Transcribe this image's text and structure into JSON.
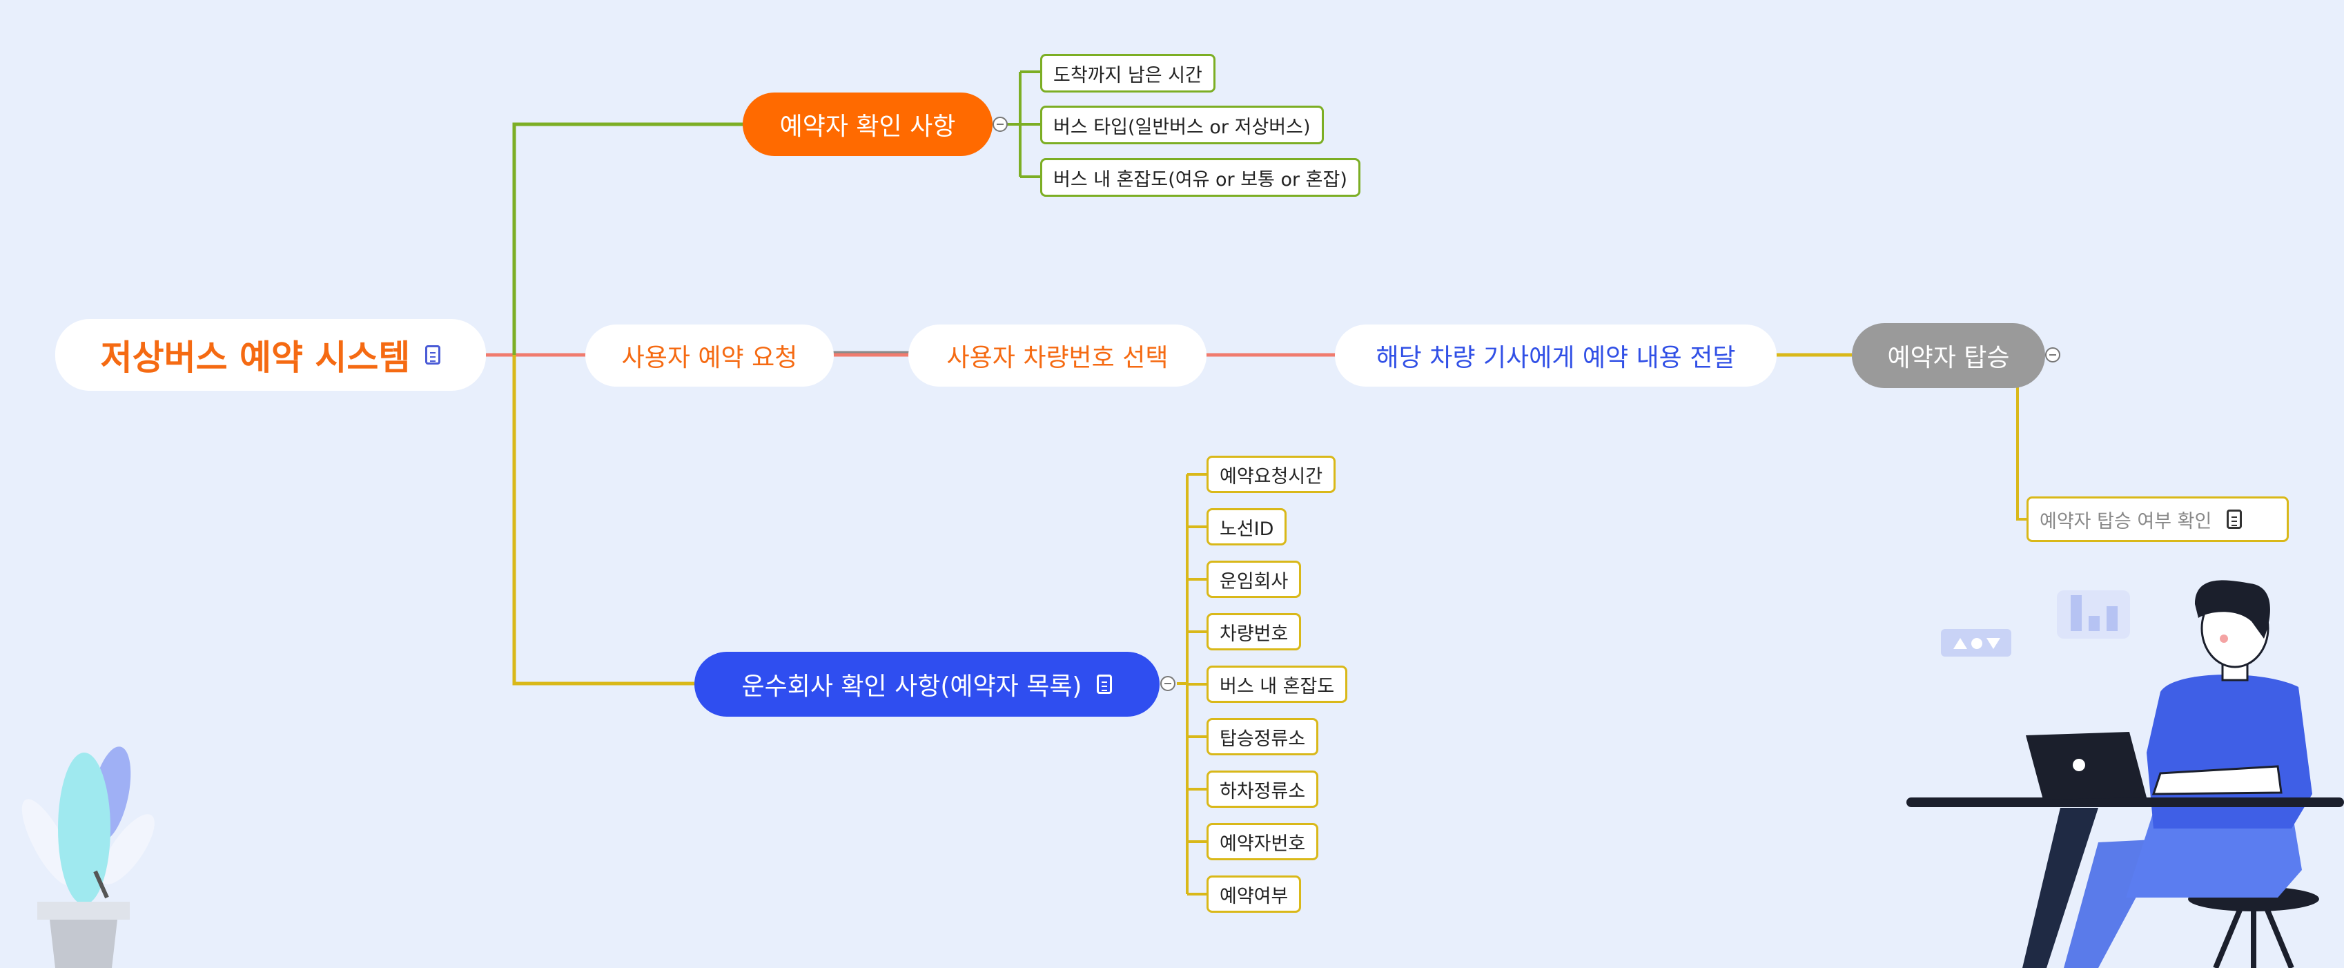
{
  "colors": {
    "background": "#e8effc",
    "accent_orange": "#ff6a00",
    "accent_blue": "#2f4ef0",
    "branch_green": "#7cae24",
    "branch_yellow": "#d9b819",
    "branch_red": "#f07b6e",
    "gray_node": "#9a9a9a"
  },
  "root": {
    "label": "저상버스 예약 시스템",
    "icon": "note-icon"
  },
  "flow": [
    {
      "label": "사용자 예약 요청"
    },
    {
      "label": "사용자 차량번호 선택"
    },
    {
      "label": "해당 차량 기사에게 예약 내용 전달"
    },
    {
      "label": "예약자 탑승"
    }
  ],
  "reserver_check": {
    "label": "예약자 확인 사항",
    "items": [
      "도착까지 남은 시간",
      "버스 타입(일반버스 or 저상버스)",
      "버스 내 혼잡도(여유 or 보통 or 혼잡)"
    ]
  },
  "company_check": {
    "label": "운수회사 확인 사항(예약자 목록)",
    "icon": "note-icon",
    "items": [
      "예약요청시간",
      "노선ID",
      "운임회사",
      "차량번호",
      "버스 내 혼잡도",
      "탑승정류소",
      "하차정류소",
      "예약자번호",
      "예약여부"
    ]
  },
  "boarding_check": {
    "label": "예약자 탑승 여부 확인",
    "icon": "note-icon"
  }
}
